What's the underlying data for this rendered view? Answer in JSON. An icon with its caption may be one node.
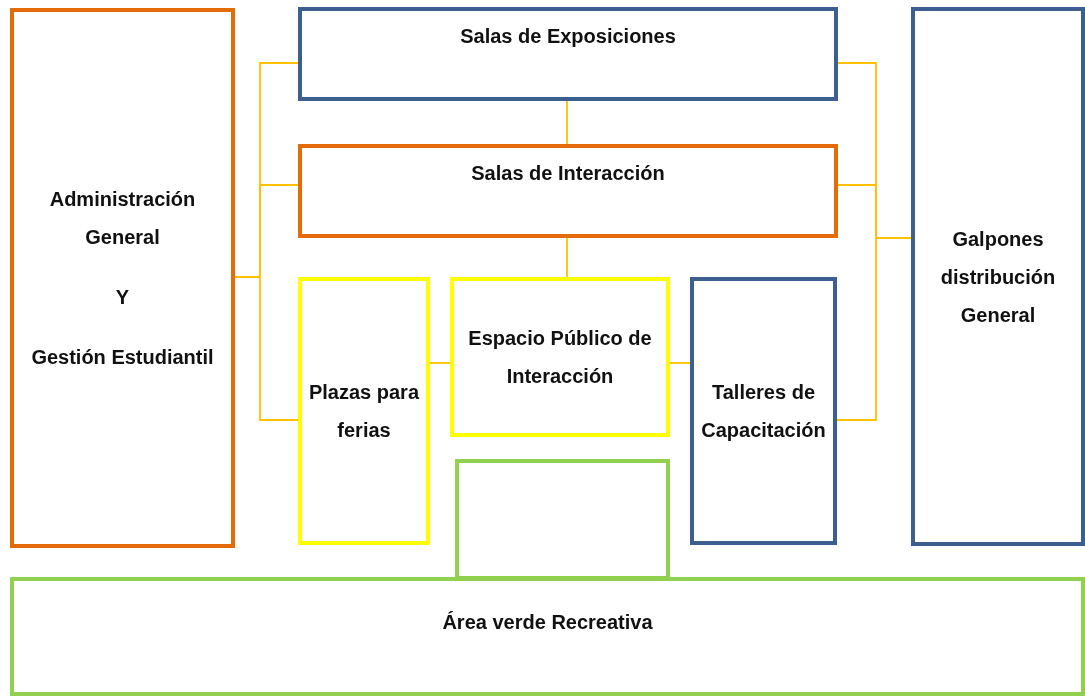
{
  "diagram": {
    "nodes": [
      {
        "text": [
          "Administración General",
          "Y",
          "Gestión Estudiantil"
        ]
      },
      {
        "text": [
          "Salas de Exposiciones"
        ]
      },
      {
        "text": [
          "Salas de Interacción"
        ]
      },
      {
        "text": [
          "Plazas para ferias"
        ]
      },
      {
        "text": [
          "Espacio Público de Interacción"
        ]
      },
      {
        "text": [
          "Talleres de Capacitación"
        ]
      },
      {
        "text": [
          "Galpones distribución General"
        ]
      },
      {
        "text": [],
        "shape": "box"
      },
      {
        "text": [
          "Área verde Recreativa"
        ]
      }
    ],
    "edges": [
      {
        "from": 0,
        "to": 1,
        "arrow": "none"
      },
      {
        "from": 0,
        "to": 2,
        "arrow": "none"
      },
      {
        "from": 0,
        "to": 3,
        "arrow": "none"
      },
      {
        "from": 6,
        "to": 1,
        "arrow": "none"
      },
      {
        "from": 6,
        "to": 2,
        "arrow": "none"
      },
      {
        "from": 6,
        "to": 5,
        "arrow": "none"
      },
      {
        "from": 1,
        "to": 2,
        "arrow": "none"
      },
      {
        "from": 2,
        "to": 4,
        "arrow": "none"
      },
      {
        "from": 3,
        "to": 4,
        "arrow": "none"
      },
      {
        "from": 4,
        "to": 5,
        "arrow": "none"
      }
    ]
  }
}
